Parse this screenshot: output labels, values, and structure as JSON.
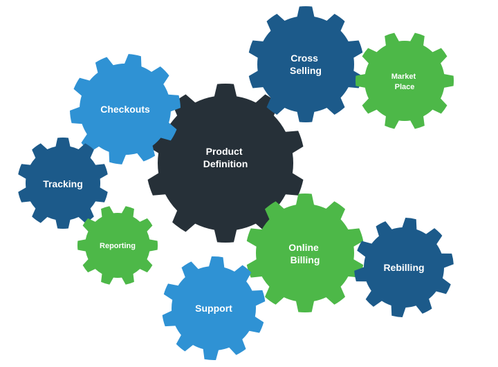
{
  "colors": {
    "dark": "#263038",
    "navy": "#1c5a8a",
    "blue": "#2f92d4",
    "green": "#4db848",
    "label": "#ffffff",
    "background": "#ffffff"
  },
  "gears": [
    {
      "id": "product-definition",
      "lines": [
        "Product",
        "Definition"
      ],
      "color": "dark"
    },
    {
      "id": "cross-selling",
      "lines": [
        "Cross",
        "Selling"
      ],
      "color": "navy"
    },
    {
      "id": "market-place",
      "lines": [
        "Market",
        "Place"
      ],
      "color": "green"
    },
    {
      "id": "checkouts",
      "lines": [
        "Checkouts"
      ],
      "color": "blue"
    },
    {
      "id": "tracking",
      "lines": [
        "Tracking"
      ],
      "color": "navy"
    },
    {
      "id": "reporting",
      "lines": [
        "Reporting"
      ],
      "color": "green"
    },
    {
      "id": "online-billing",
      "lines": [
        "Online",
        "Billing"
      ],
      "color": "green"
    },
    {
      "id": "rebilling",
      "lines": [
        "Rebilling"
      ],
      "color": "navy"
    },
    {
      "id": "support",
      "lines": [
        "Support"
      ],
      "color": "blue"
    }
  ]
}
